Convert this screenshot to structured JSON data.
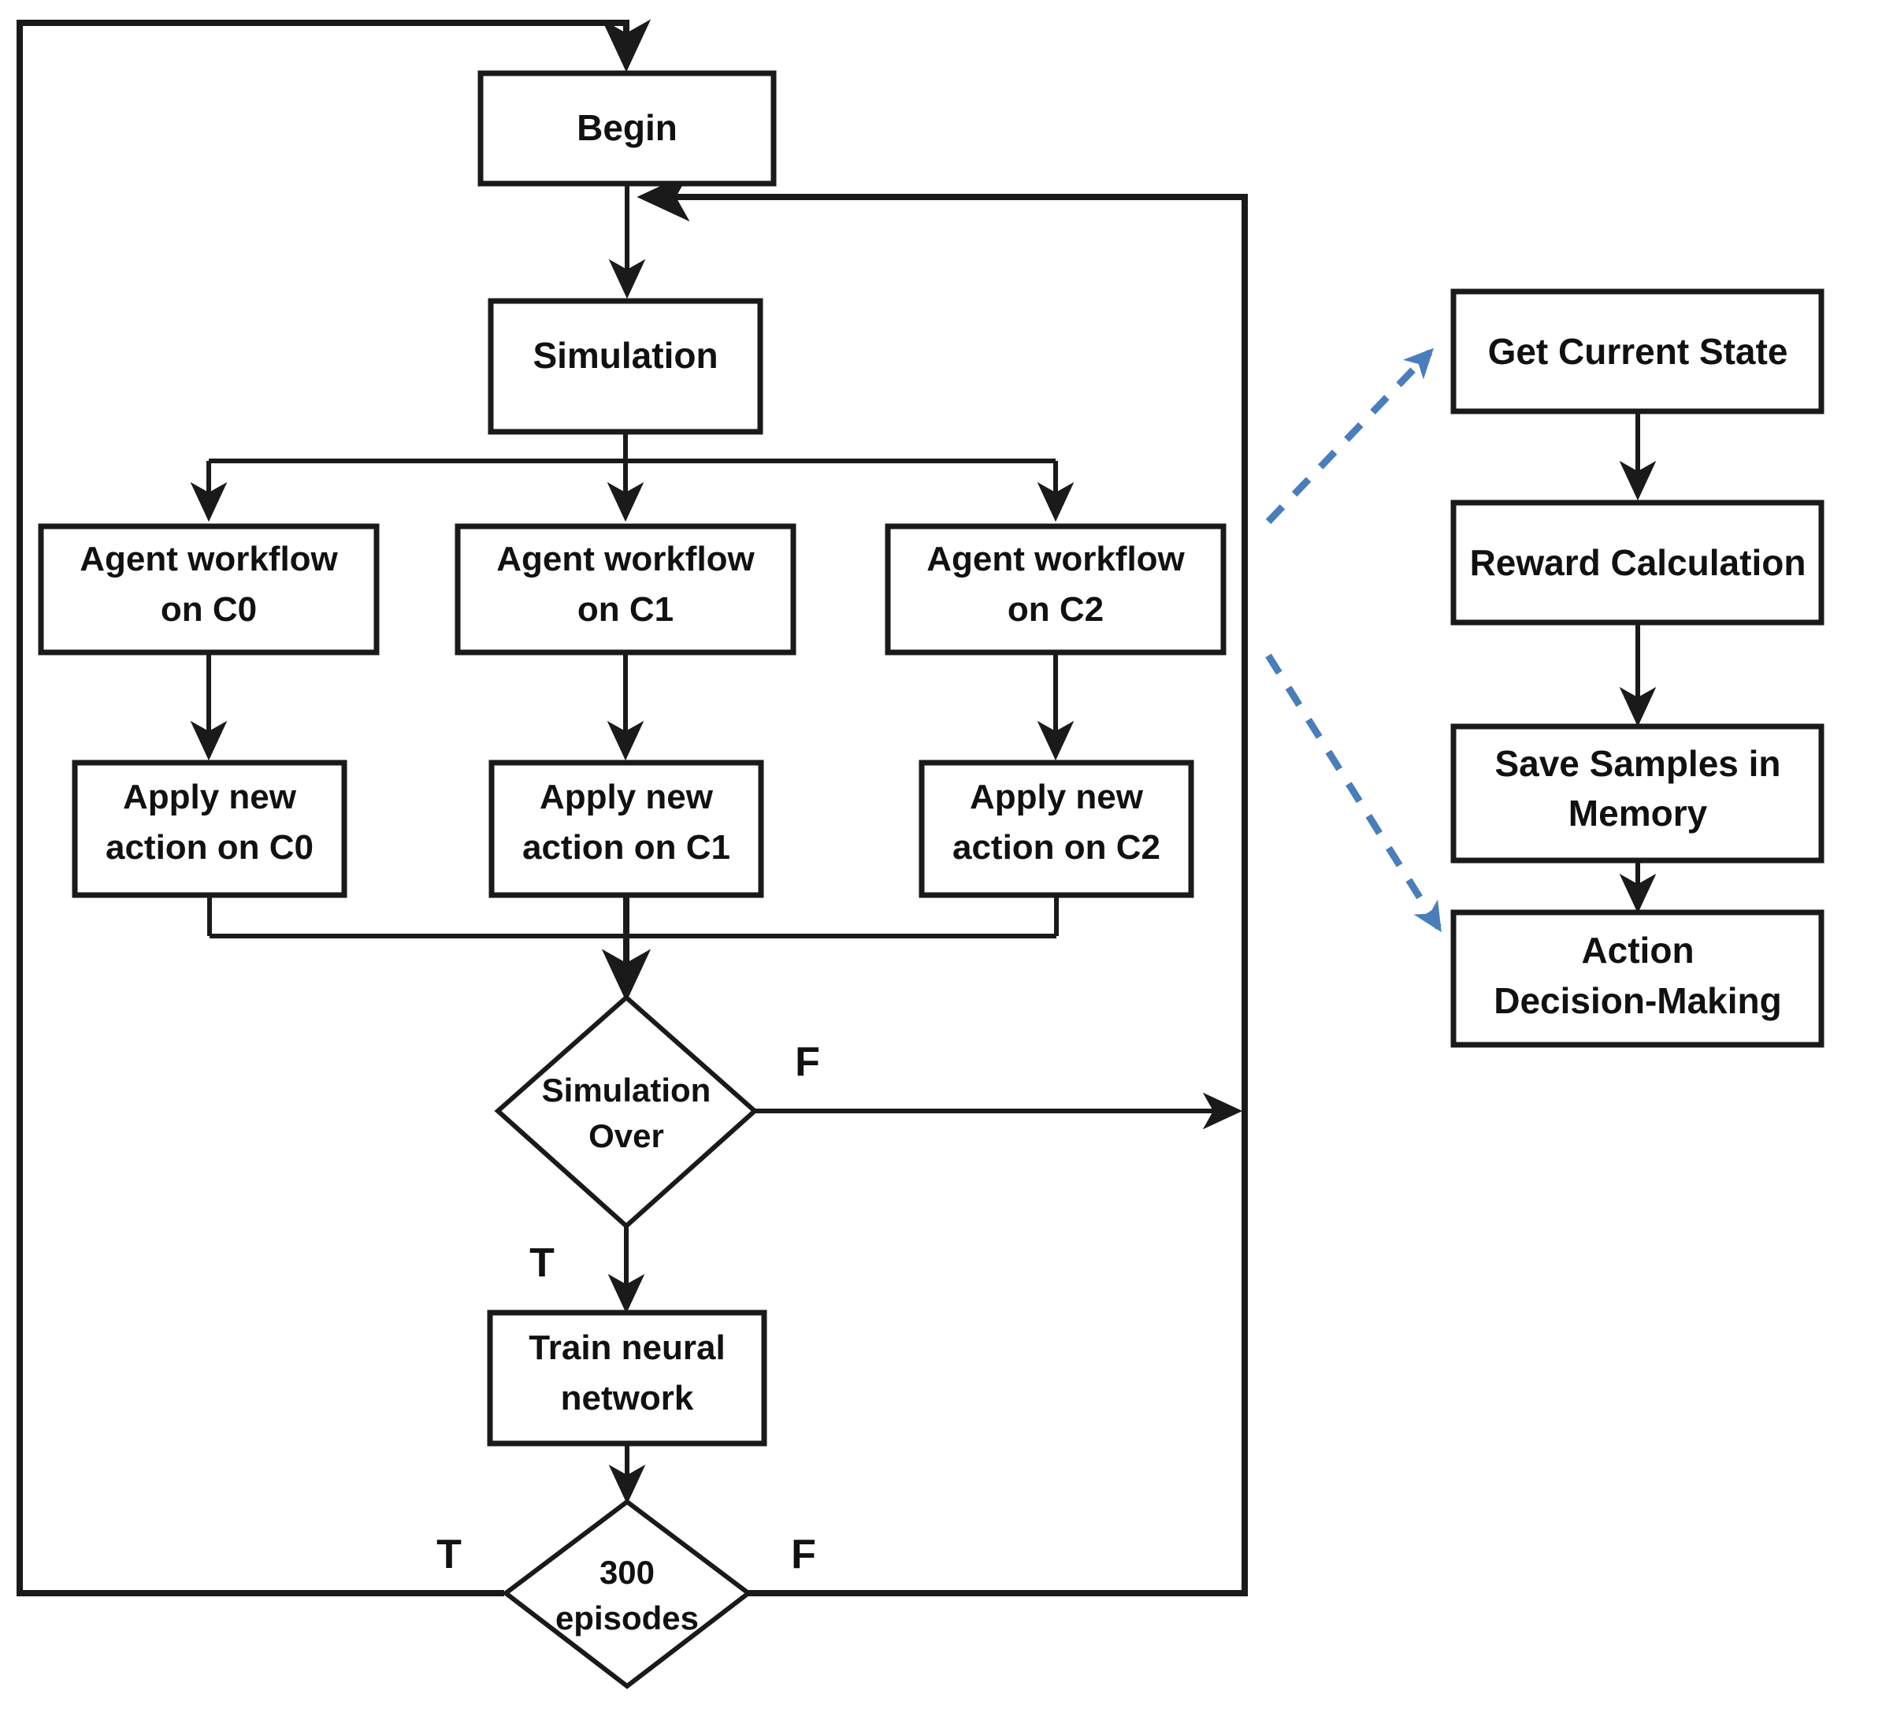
{
  "diagram": {
    "title_visible": false,
    "colors": {
      "stroke": "#1a1a1a",
      "background": "#ffffff",
      "accent_blue": "#4a7ebb"
    },
    "main_flow": {
      "begin": "Begin",
      "simulation": "Simulation",
      "agent_workflows": [
        {
          "line1": "Agent workflow",
          "line2": "on C0"
        },
        {
          "line1": "Agent workflow",
          "line2": "on C1"
        },
        {
          "line1": "Agent workflow",
          "line2": "on C2"
        }
      ],
      "apply_actions": [
        {
          "line1": "Apply new",
          "line2": "action on C0"
        },
        {
          "line1": "Apply new",
          "line2": "action on C1"
        },
        {
          "line1": "Apply new",
          "line2": "action on C2"
        }
      ],
      "decision_simulation_over": {
        "line1": "Simulation",
        "line2": "Over"
      },
      "train": {
        "line1": "Train neural",
        "line2": "network"
      },
      "decision_episodes": {
        "line1": "300",
        "line2": "episodes"
      }
    },
    "edge_labels": {
      "sim_over_false": "F",
      "sim_over_true": "T",
      "episodes_true": "T",
      "episodes_false": "F"
    },
    "agent_detail": {
      "steps": [
        {
          "line1": "Get Current State",
          "line2": ""
        },
        {
          "line1": "Reward Calculation",
          "line2": ""
        },
        {
          "line1": "Save Samples in",
          "line2": "Memory"
        },
        {
          "line1": "Action",
          "line2": "Decision-Making"
        }
      ]
    }
  }
}
